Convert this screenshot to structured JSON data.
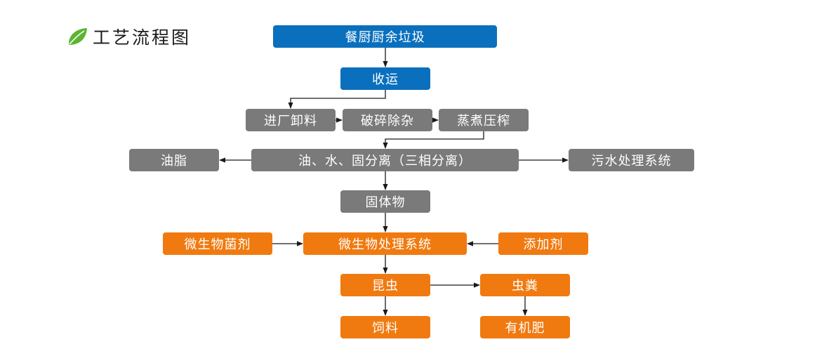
{
  "header": {
    "icon": "leaf-icon",
    "title": "工艺流程图"
  },
  "colors": {
    "blue": "#0a70bd",
    "gray": "#7a7a7a",
    "orange": "#f07a10",
    "line": "#1a1a1a",
    "leaf": "#5cb532"
  },
  "nodes": {
    "waste": "餐厨厨余垃圾",
    "transport": "收运",
    "intake": "进厂卸料",
    "crush": "破碎除杂",
    "steam": "蒸煮压榨",
    "separation": "油、水、固分离（三相分离）",
    "grease": "油脂",
    "sewage": "污水处理系统",
    "solids": "固体物",
    "microbe_agent": "微生物菌剂",
    "microbe_system": "微生物处理系统",
    "additive": "添加剂",
    "insects": "昆虫",
    "frass": "虫粪",
    "feed": "饲料",
    "fertilizer": "有机肥"
  },
  "edges": [
    [
      "waste",
      "transport"
    ],
    [
      "transport",
      "intake"
    ],
    [
      "intake",
      "crush"
    ],
    [
      "crush",
      "steam"
    ],
    [
      "steam",
      "separation"
    ],
    [
      "separation",
      "grease"
    ],
    [
      "separation",
      "sewage"
    ],
    [
      "separation",
      "solids"
    ],
    [
      "solids",
      "microbe_system"
    ],
    [
      "microbe_agent",
      "microbe_system"
    ],
    [
      "additive",
      "microbe_system"
    ],
    [
      "microbe_system",
      "insects"
    ],
    [
      "insects",
      "frass"
    ],
    [
      "insects",
      "feed"
    ],
    [
      "frass",
      "fertilizer"
    ]
  ]
}
